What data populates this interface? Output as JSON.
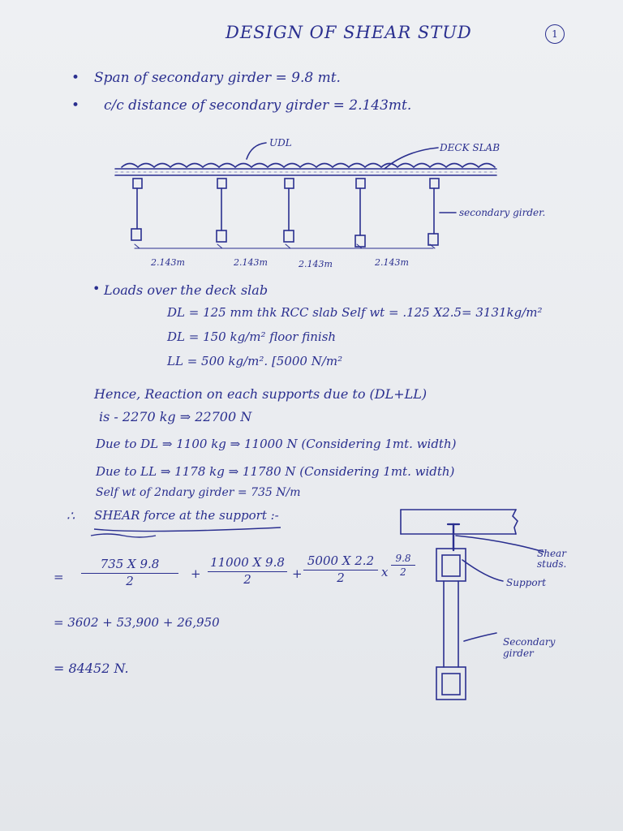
{
  "page_no": "1",
  "title": "DESIGN OF SHEAR STUD",
  "bullets": [
    "Span of secondary girder = 9.8 mt.",
    "c/c distance of secondary girder = 2.143mt."
  ],
  "sketch_top": {
    "udl_label": "UDL",
    "deck_label": "DECK SLAB",
    "girder_label": "secondary girder.",
    "spacings": [
      "2.143m",
      "2.143m",
      "2.143m",
      "2.143m"
    ]
  },
  "loads": {
    "heading": "Loads over the deck slab",
    "dl1": "DL = 125 mm thk RCC slab Self wt = .125 X2.5= 3131kg/m²",
    "dl2": "DL = 150 kg/m² floor finish",
    "ll": "LL = 500 kg/m². [5000 N/m²"
  },
  "reactions": {
    "heading": "Hence, Reaction on each supports due to (DL+LL)",
    "total": "is - 2270 kg ⇒ 22700 N",
    "due_dl": "Due to DL ⇒ 1100 kg ⇒ 11000 N (Considering 1mt. width)",
    "due_ll": "Due to LL ⇒ 1178 kg ⇒ 11780 N (Considering 1mt. width)",
    "selfwt": "Self wt of 2ndary girder = 735 N/m"
  },
  "shear": {
    "heading": "SHEAR force at the support :-",
    "eq_sign": "=",
    "terms": [
      {
        "num": "735 X 9.8",
        "den": "2"
      },
      {
        "num": "11000 X 9.8",
        "den": "2"
      },
      {
        "num": "5000 X 2.2",
        "den": "2"
      },
      {
        "num": "9.8",
        "den": "2"
      }
    ],
    "plus": "+",
    "times": "x",
    "line2": "= 3602 + 53,900 + 26,950",
    "result": "= 84452 N."
  },
  "sketch_side": {
    "stud_label": "Shear studs.",
    "support_label": "Support",
    "girder_label": "Secondary girder"
  }
}
